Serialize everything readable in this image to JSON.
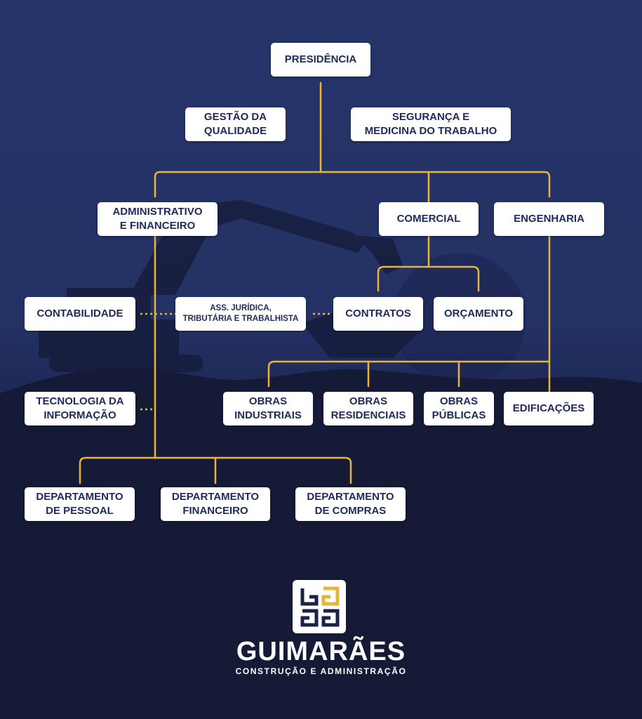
{
  "colors": {
    "background": "#243164",
    "connector": "#e8b53a",
    "box": "#ffffff",
    "box_text": "#1f2a5a"
  },
  "org_chart": {
    "presidencia": "PRESIDÊNCIA",
    "gestao_qualidade": "GESTÃO DA\nQUALIDADE",
    "seguranca": "SEGURANÇA E\nMEDICINA DO TRABALHO",
    "administrativo": "ADMINISTRATIVO\nE FINANCEIRO",
    "comercial": "COMERCIAL",
    "engenharia": "ENGENHARIA",
    "contabilidade": "CONTABILIDADE",
    "juridica": "ASS. JURÍDICA,\nTRIBUTÁRIA E TRABALHISTA",
    "contratos": "CONTRATOS",
    "orcamento": "ORÇAMENTO",
    "tecnologia": "TECNOLOGIA DA\nINFORMAÇÃO",
    "obras_industriais": "OBRAS\nINDUSTRIAIS",
    "obras_residenciais": "OBRAS\nRESIDENCIAIS",
    "obras_publicas": "OBRAS\nPÚBLICAS",
    "edificacoes": "EDIFICAÇÕES",
    "dep_pessoal": "DEPARTAMENTO\nDE PESSOAL",
    "dep_financeiro": "DEPARTAMENTO\nFINANCEIRO",
    "dep_compras": "DEPARTAMENTO\nDE COMPRAS"
  },
  "brand": {
    "name": "GUIMARÃES",
    "tagline": "CONSTRUÇÃO E ADMINISTRAÇÃO",
    "logo_icon": "guimaraes-g-logo-icon"
  }
}
